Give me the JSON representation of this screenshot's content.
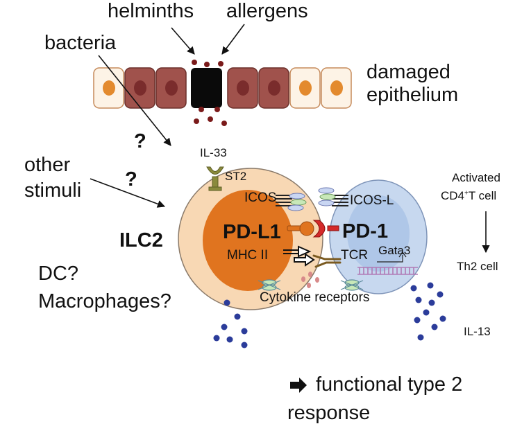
{
  "labels": {
    "helminths": "helminths",
    "allergens": "allergens",
    "bacteria": "bacteria",
    "damaged_line1": "damaged",
    "damaged_line2": "epithelium",
    "question1": "?",
    "question2": "?",
    "il33": "IL-33",
    "other_line1": "other",
    "other_line2": "stimuli",
    "st2": "ST2",
    "icos": "ICOS",
    "icosl": "ICOS-L",
    "pdl1": "PD-L1",
    "pd1": "PD-1",
    "mhc": "MHC II",
    "tcr": "TCR",
    "gata3": "Gata3",
    "ilc2": "ILC2",
    "dc": "DC?",
    "macrophages": "Macrophages?",
    "cytokine_receptors": "Cytokine receptors",
    "activated_line1": "Activated",
    "activated_line2_prefix": "CD4",
    "activated_line2_sup": "+",
    "activated_line2_suffix": "T cell",
    "th2": "Th2 cell",
    "il13": "IL-13",
    "functional_line1": "functional type 2",
    "functional_line2": "response"
  },
  "colors": {
    "epithelium_healthy": "#fdf3e6",
    "epithelium_damaged": "#a0524c",
    "nucleus_orange": "#e38a2e",
    "nucleus_dark": "#7a2c2c",
    "black_cell": "#0a0a0a",
    "allergen_dots": "#7a1a1a",
    "ilc2_body": "#f8d8b4",
    "ilc2_nucleus": "#e0741f",
    "t_cell_body": "#c7d8ef",
    "t_cell_nucleus": "#a7c2e6",
    "st2": "#8a8a3c",
    "pd1": "#d42a2a",
    "il13_dots": "#2b3c9a",
    "cytokine_dots": "#d88a8a"
  }
}
